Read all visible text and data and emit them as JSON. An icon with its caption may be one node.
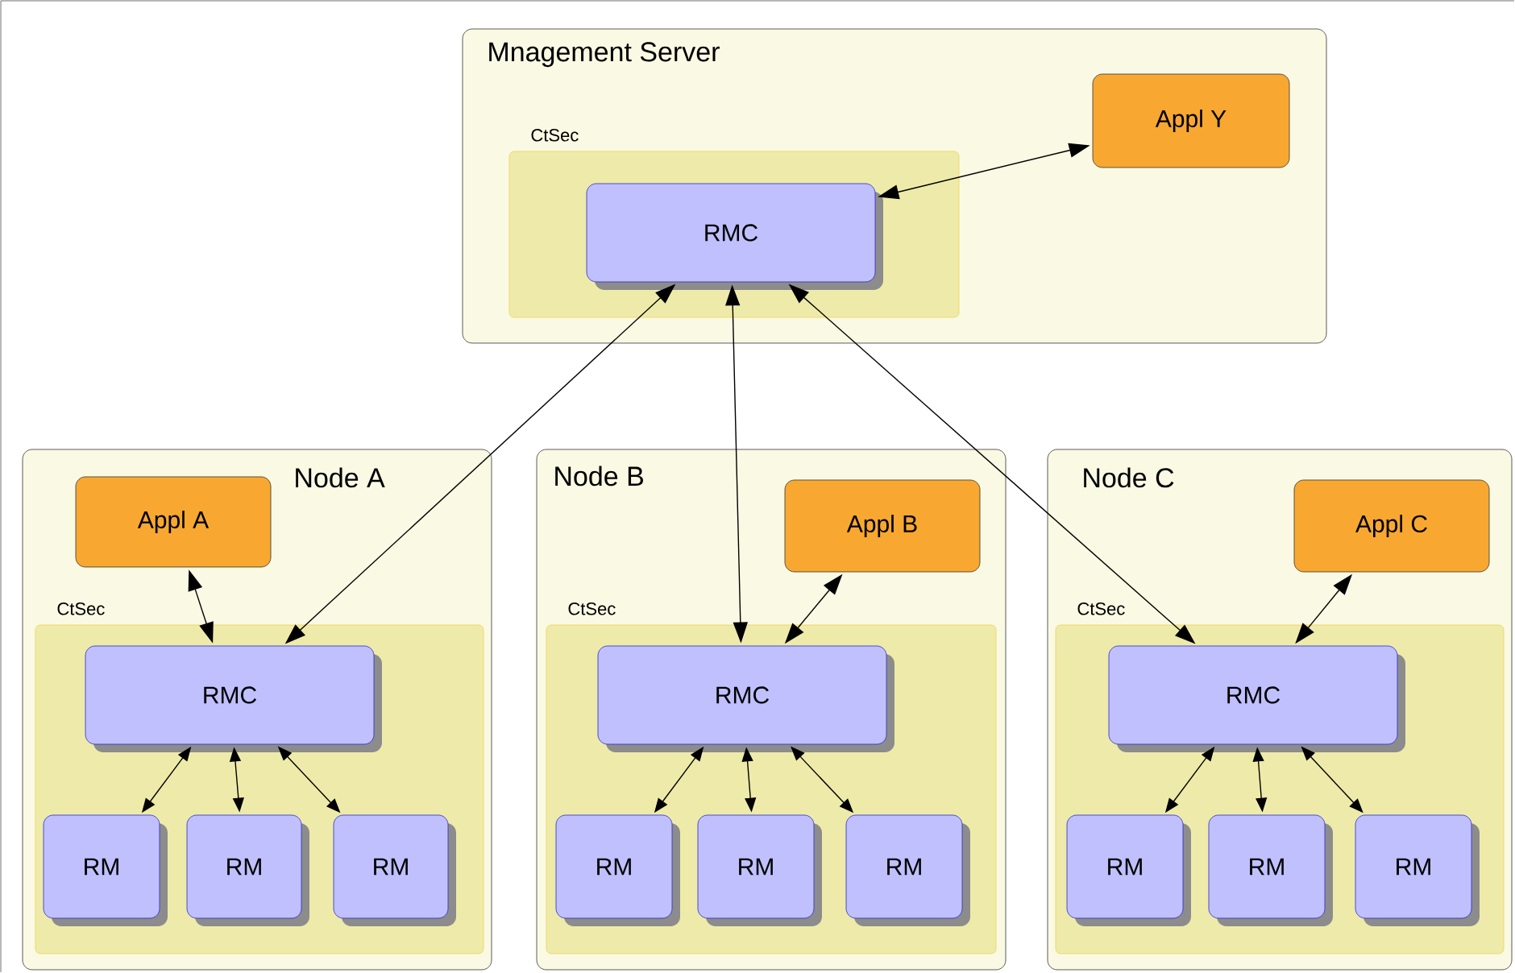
{
  "diagram": {
    "nodes": [
      {
        "text": [
          "Mnagement Server"
        ]
      },
      {
        "text": [
          "CtSec"
        ],
        "in": 0
      },
      {
        "text": [
          "RMC"
        ],
        "in": 1
      },
      {
        "text": [
          "Appl Y"
        ],
        "in": 0
      },
      {
        "text": [
          "Node A"
        ]
      },
      {
        "text": [
          "Appl A"
        ],
        "in": 4
      },
      {
        "text": [
          "CtSec"
        ],
        "in": 4
      },
      {
        "text": [
          "RMC"
        ],
        "in": 6
      },
      {
        "text": [
          "RM"
        ],
        "in": 6
      },
      {
        "text": [
          "RM"
        ],
        "in": 6
      },
      {
        "text": [
          "RM"
        ],
        "in": 6
      },
      {
        "text": [
          "Node B"
        ]
      },
      {
        "text": [
          "Appl B"
        ],
        "in": 11
      },
      {
        "text": [
          "CtSec"
        ],
        "in": 11
      },
      {
        "text": [
          "RMC"
        ],
        "in": 13
      },
      {
        "text": [
          "RM"
        ],
        "in": 13
      },
      {
        "text": [
          "RM"
        ],
        "in": 13
      },
      {
        "text": [
          "RM"
        ],
        "in": 13
      },
      {
        "text": [
          "Node C"
        ]
      },
      {
        "text": [
          "Appl C"
        ],
        "in": 18
      },
      {
        "text": [
          "CtSec"
        ],
        "in": 18
      },
      {
        "text": [
          "RMC"
        ],
        "in": 20
      },
      {
        "text": [
          "RM"
        ],
        "in": 20
      },
      {
        "text": [
          "RM"
        ],
        "in": 20
      },
      {
        "text": [
          "RM"
        ],
        "in": 20
      }
    ],
    "edges": [
      {
        "from": 2,
        "to": 3,
        "arrow": "both"
      },
      {
        "from": 2,
        "to": 7,
        "arrow": "both"
      },
      {
        "from": 2,
        "to": 14,
        "arrow": "both"
      },
      {
        "from": 2,
        "to": 21,
        "arrow": "both"
      },
      {
        "from": 5,
        "to": 7,
        "arrow": "both"
      },
      {
        "from": 7,
        "to": 8,
        "arrow": "both"
      },
      {
        "from": 7,
        "to": 9,
        "arrow": "both"
      },
      {
        "from": 7,
        "to": 10,
        "arrow": "both"
      },
      {
        "from": 12,
        "to": 14,
        "arrow": "both"
      },
      {
        "from": 14,
        "to": 15,
        "arrow": "both"
      },
      {
        "from": 14,
        "to": 16,
        "arrow": "both"
      },
      {
        "from": 14,
        "to": 17,
        "arrow": "both"
      },
      {
        "from": 19,
        "to": 21,
        "arrow": "both"
      },
      {
        "from": 21,
        "to": 22,
        "arrow": "both"
      },
      {
        "from": 21,
        "to": 23,
        "arrow": "both"
      },
      {
        "from": 21,
        "to": 24,
        "arrow": "both"
      }
    ]
  }
}
